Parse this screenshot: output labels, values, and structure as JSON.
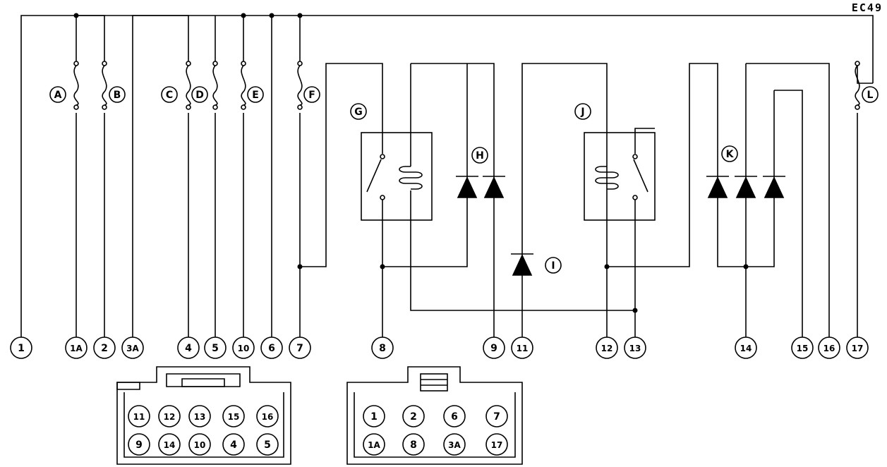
{
  "code": "EC49",
  "fuses": [
    "A",
    "B",
    "C",
    "D",
    "E",
    "F",
    "L"
  ],
  "relays": [
    "G",
    "J"
  ],
  "diodes": [
    "H",
    "I",
    "K"
  ],
  "terminals": [
    "1",
    "1A",
    "2",
    "3A",
    "4",
    "5",
    "10",
    "6",
    "7",
    "8",
    "9",
    "11",
    "12",
    "13",
    "14",
    "15",
    "16",
    "17"
  ],
  "connector_left": {
    "row1": [
      "11",
      "12",
      "13",
      "15",
      "16"
    ],
    "row2": [
      "9",
      "14",
      "10",
      "4",
      "5"
    ]
  },
  "connector_right": {
    "row1": [
      "1",
      "2",
      "6",
      "7"
    ],
    "row2": [
      "1A",
      "8",
      "3A",
      "17"
    ]
  }
}
